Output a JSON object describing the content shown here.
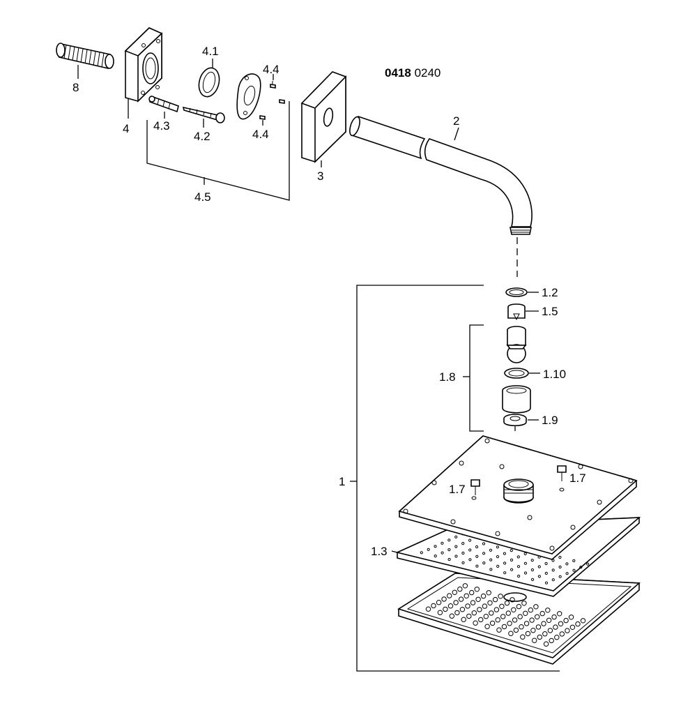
{
  "product_number": {
    "bold": "0418",
    "rest": "0240"
  },
  "labels": {
    "p8": "8",
    "p4": "4",
    "p4_1": "4.1",
    "p4_4a": "4.4",
    "p4_4b": "4.4",
    "p4_3": "4.3",
    "p4_2": "4.2",
    "p4_5": "4.5",
    "p3": "3",
    "p2": "2",
    "p1_2": "1.2",
    "p1_5": "1.5",
    "p1_8": "1.8",
    "p1_10": "1.10",
    "p1_9": "1.9",
    "p1": "1",
    "p1_7a": "1.7",
    "p1_7b": "1.7",
    "p1_3": "1.3"
  }
}
